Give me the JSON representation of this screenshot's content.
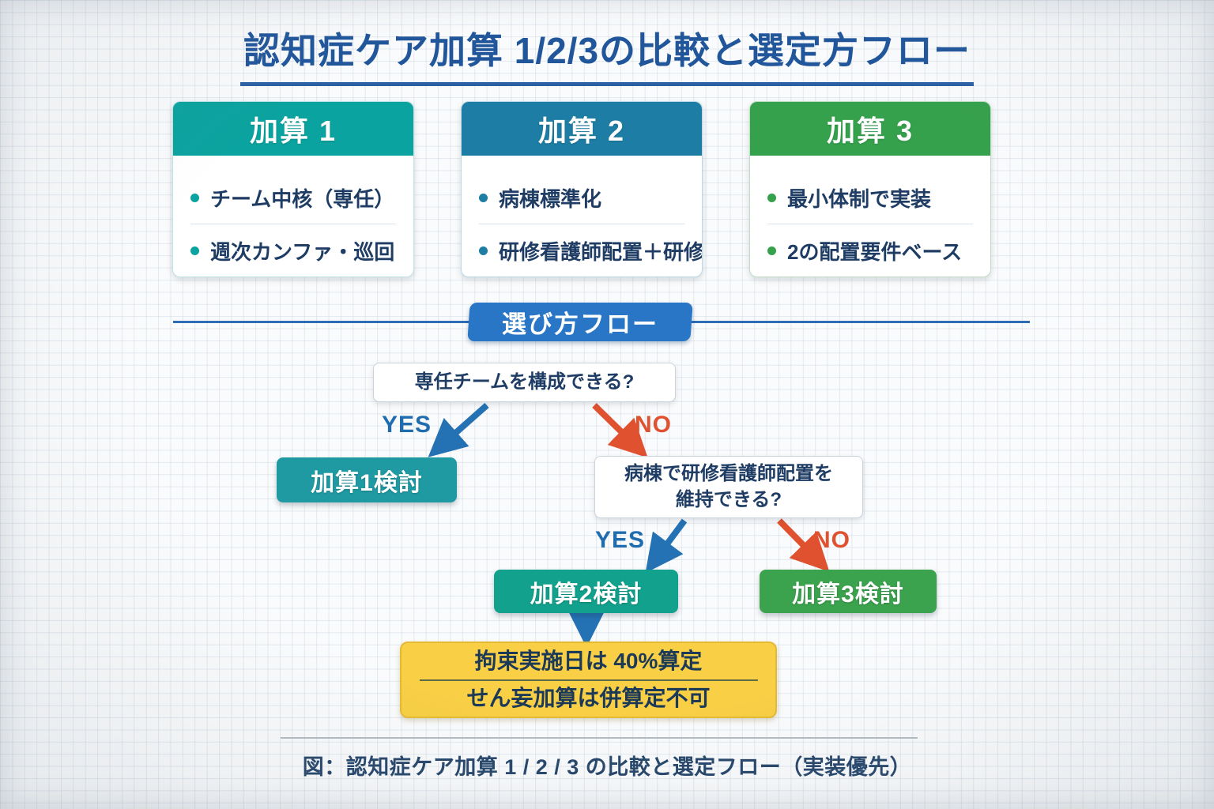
{
  "title": {
    "text": "認知症ケア加算 1/2/3の比較と選定方フロー"
  },
  "cards": [
    {
      "title": "加算 1",
      "accent": "#0ba39f",
      "bullets": [
        "チーム中核（専任）",
        "週次カンファ・巡回"
      ]
    },
    {
      "title": "加算 2",
      "accent": "#1d7da4",
      "bullets": [
        "病棟標準化",
        "研修看護師配置＋研修"
      ]
    },
    {
      "title": "加算 3",
      "accent": "#35a14c",
      "bullets": [
        "最小体制で実装",
        "2の配置要件ベース"
      ]
    }
  ],
  "flow": {
    "badge": "選び方フロー",
    "decision1": "専任チームを構成できる?",
    "decision2_line1": "病棟で研修看護師配置を",
    "decision2_line2": "維持できる?",
    "yes_label": "YES",
    "no_label": "NO",
    "result1": "加算1検討",
    "result2": "加算2検討",
    "result3": "加算3検討",
    "note_line1": "拘束実施日は 40%算定",
    "note_line2": "せん妄加算は併算定不可"
  },
  "caption": "図：認知症ケア加算 1 / 2 / 3 の比較と選定フロー（実装優先）",
  "colors": {
    "title_blue": "#21569b",
    "kasan1_teal": "#0ba39f",
    "kasan2_blue": "#1d7da4",
    "kasan3_green": "#35a14c",
    "flow_badge_blue": "#2a76c6",
    "yes_blue": "#1f6cae",
    "no_orange": "#e0512f",
    "result1_teal": "#1f9aa3",
    "result2_teal_green": "#12a18c",
    "result3_green": "#3ba24d",
    "note_yellow": "#f8cf45",
    "text_navy": "#1e3c64"
  }
}
